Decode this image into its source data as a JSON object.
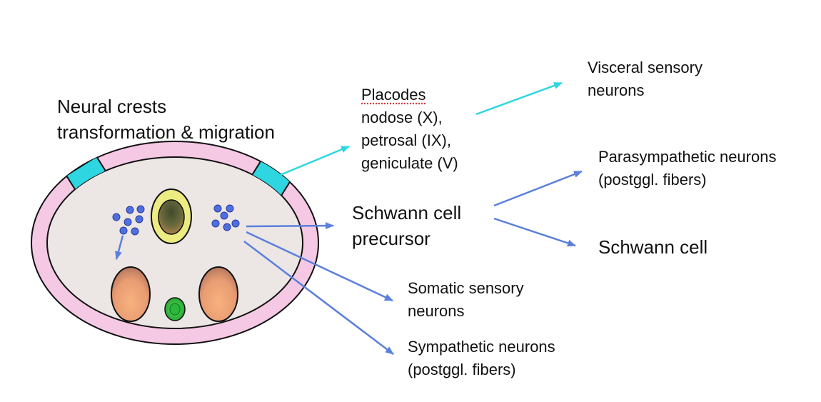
{
  "colors": {
    "outer_ring": "#f5c8e4",
    "inner_body": "#ece6e4",
    "cyan_accent": "#2dd6e0",
    "arrow_blue": "#5b7fdc",
    "dot_blue": "#4f6fe0",
    "yellow_ring": "#ecec82",
    "orange_cell": "#f0a070",
    "green_cell": "#27b33a"
  },
  "labels": {
    "title": [
      "Neural crests",
      "transformation & migration"
    ],
    "placodes_heading": "Placodes",
    "placodes": [
      "nodose (X),",
      "petrosal (IX),",
      "geniculate (V)"
    ],
    "visceral": [
      "Visceral sensory",
      "neurons"
    ],
    "parasympathetic": [
      "Parasympathetic neurons",
      "(postggl. fibers)"
    ],
    "schwann_precursor": [
      "Schwann cell",
      "precursor"
    ],
    "schwann_cell": "Schwann cell",
    "somatic": [
      "Somatic sensory",
      "neurons"
    ],
    "sympathetic": [
      "Sympathetic neurons",
      "(postggl. fibers)"
    ]
  }
}
